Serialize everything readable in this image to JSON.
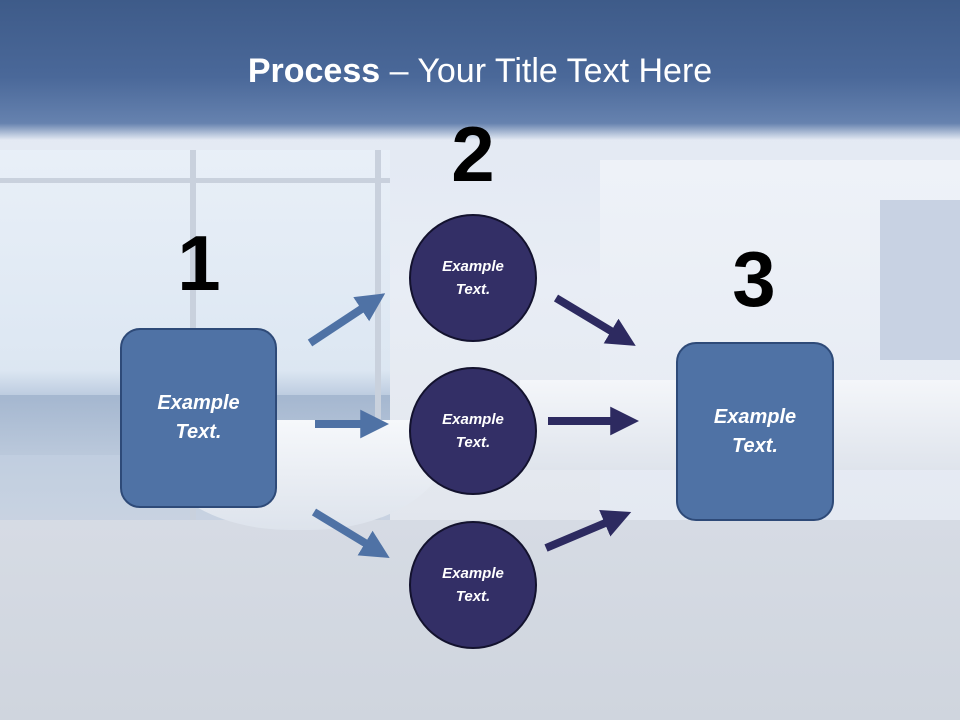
{
  "title": {
    "bold": "Process",
    "rest": " – Your Title Text Here"
  },
  "steps": {
    "left": {
      "number": "1",
      "text_line1": "Example",
      "text_line2": "Text."
    },
    "middle": {
      "number": "2",
      "items": [
        {
          "text_line1": "Example",
          "text_line2": "Text."
        },
        {
          "text_line1": "Example",
          "text_line2": "Text."
        },
        {
          "text_line1": "Example",
          "text_line2": "Text."
        }
      ]
    },
    "right": {
      "number": "3",
      "text_line1": "Example",
      "text_line2": "Text."
    }
  },
  "colors": {
    "header": "#4a6899",
    "box_fill": "#4f72a5",
    "circle_fill": "#332f66",
    "arrow_light": "#4f72a5",
    "arrow_dark": "#2d2a60"
  }
}
